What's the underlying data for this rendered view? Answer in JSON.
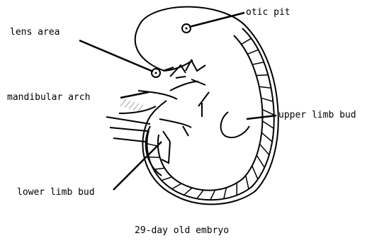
{
  "labels": {
    "otic_pit": "otic pit",
    "lens_area": "lens area",
    "mandibular_arch": "mandibular arch",
    "upper_limb_bud": "upper limb bud",
    "lower_limb_bud": "lower limb bud"
  },
  "caption": "29-day old embryo",
  "colors": {
    "ink": "#000000",
    "background": "#ffffff",
    "hatch": "#9a9a9a"
  }
}
